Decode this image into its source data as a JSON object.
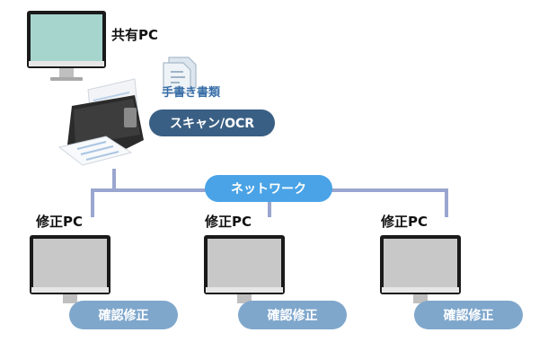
{
  "shared_pc": {
    "label": "共有PC"
  },
  "document": {
    "label": "手書き書類"
  },
  "scanner": {
    "label": "スキャン/OCR"
  },
  "network": {
    "label": "ネットワーク"
  },
  "edit_pcs": [
    {
      "label": "修正PC",
      "action": "確認修正"
    },
    {
      "label": "修正PC",
      "action": "確認修正"
    },
    {
      "label": "修正PC",
      "action": "確認修正"
    }
  ],
  "colors": {
    "network_line": "#9aa6cf",
    "scanner_pill": "#3a5f84",
    "network_pill": "#4aa3e6",
    "action_pill": "#7fa7cc",
    "shared_screen": "#a6d5ce",
    "edit_screen": "#c8c8c8"
  }
}
